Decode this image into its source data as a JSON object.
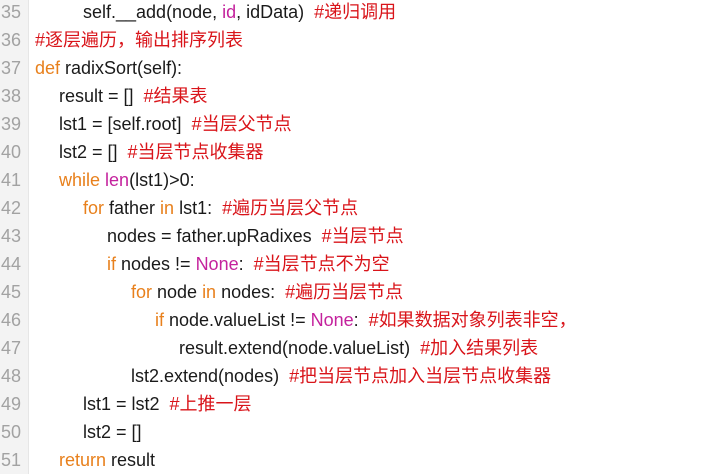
{
  "editor": {
    "colors": {
      "plain": "#1a1a1a",
      "keyword": "#e8801c",
      "builtin": "#c4229d",
      "comment": "#d9141a",
      "line_number": "#a2a2a2",
      "gutter": "#f3f3f3"
    },
    "lines": [
      {
        "num": "35",
        "indent": 2,
        "tokens": [
          {
            "t": "plain",
            "v": "self.__add(node, "
          },
          {
            "t": "builtin",
            "v": "id"
          },
          {
            "t": "plain",
            "v": ", idData)  "
          },
          {
            "t": "cmt",
            "v": "#递归调用"
          }
        ]
      },
      {
        "num": "36",
        "indent": 0,
        "tokens": [
          {
            "t": "cmt",
            "v": "#逐层遍历，输出排序列表"
          }
        ]
      },
      {
        "num": "37",
        "indent": 0,
        "tokens": [
          {
            "t": "kw",
            "v": "def"
          },
          {
            "t": "plain",
            "v": " radixSort(self):"
          }
        ]
      },
      {
        "num": "38",
        "indent": 1,
        "tokens": [
          {
            "t": "plain",
            "v": "result = []  "
          },
          {
            "t": "cmt",
            "v": "#结果表"
          }
        ]
      },
      {
        "num": "39",
        "indent": 1,
        "tokens": [
          {
            "t": "plain",
            "v": "lst1 = [self.root]  "
          },
          {
            "t": "cmt",
            "v": "#当层父节点"
          }
        ]
      },
      {
        "num": "40",
        "indent": 1,
        "tokens": [
          {
            "t": "plain",
            "v": "lst2 = []  "
          },
          {
            "t": "cmt",
            "v": "#当层节点收集器"
          }
        ]
      },
      {
        "num": "41",
        "indent": 1,
        "tokens": [
          {
            "t": "kw",
            "v": "while"
          },
          {
            "t": "plain",
            "v": " "
          },
          {
            "t": "builtin",
            "v": "len"
          },
          {
            "t": "plain",
            "v": "(lst1)>0:"
          }
        ]
      },
      {
        "num": "42",
        "indent": 2,
        "tokens": [
          {
            "t": "kw",
            "v": "for"
          },
          {
            "t": "plain",
            "v": " father "
          },
          {
            "t": "kw",
            "v": "in"
          },
          {
            "t": "plain",
            "v": " lst1:  "
          },
          {
            "t": "cmt",
            "v": "#遍历当层父节点"
          }
        ]
      },
      {
        "num": "43",
        "indent": 3,
        "tokens": [
          {
            "t": "plain",
            "v": "nodes = father.upRadixes  "
          },
          {
            "t": "cmt",
            "v": "#当层节点"
          }
        ]
      },
      {
        "num": "44",
        "indent": 3,
        "tokens": [
          {
            "t": "kw",
            "v": "if"
          },
          {
            "t": "plain",
            "v": " nodes != "
          },
          {
            "t": "builtin",
            "v": "None"
          },
          {
            "t": "plain",
            "v": ":  "
          },
          {
            "t": "cmt",
            "v": "#当层节点不为空"
          }
        ]
      },
      {
        "num": "45",
        "indent": 4,
        "tokens": [
          {
            "t": "kw",
            "v": "for"
          },
          {
            "t": "plain",
            "v": " node "
          },
          {
            "t": "kw",
            "v": "in"
          },
          {
            "t": "plain",
            "v": " nodes:  "
          },
          {
            "t": "cmt",
            "v": "#遍历当层节点"
          }
        ]
      },
      {
        "num": "46",
        "indent": 5,
        "tokens": [
          {
            "t": "kw",
            "v": "if"
          },
          {
            "t": "plain",
            "v": " node.valueList != "
          },
          {
            "t": "builtin",
            "v": "None"
          },
          {
            "t": "plain",
            "v": ":  "
          },
          {
            "t": "cmt",
            "v": "#如果数据对象列表非空，"
          }
        ]
      },
      {
        "num": "47",
        "indent": 6,
        "tokens": [
          {
            "t": "plain",
            "v": "result.extend(node.valueList)  "
          },
          {
            "t": "cmt",
            "v": "#加入结果列表"
          }
        ]
      },
      {
        "num": "48",
        "indent": 4,
        "tokens": [
          {
            "t": "plain",
            "v": "lst2.extend(nodes)  "
          },
          {
            "t": "cmt",
            "v": "#把当层节点加入当层节点收集器"
          }
        ]
      },
      {
        "num": "49",
        "indent": 2,
        "tokens": [
          {
            "t": "plain",
            "v": "lst1 = lst2  "
          },
          {
            "t": "cmt",
            "v": "#上推一层"
          }
        ]
      },
      {
        "num": "50",
        "indent": 2,
        "tokens": [
          {
            "t": "plain",
            "v": "lst2 = []"
          }
        ]
      },
      {
        "num": "51",
        "indent": 1,
        "tokens": [
          {
            "t": "kw",
            "v": "return"
          },
          {
            "t": "plain",
            "v": " result"
          }
        ]
      }
    ]
  }
}
